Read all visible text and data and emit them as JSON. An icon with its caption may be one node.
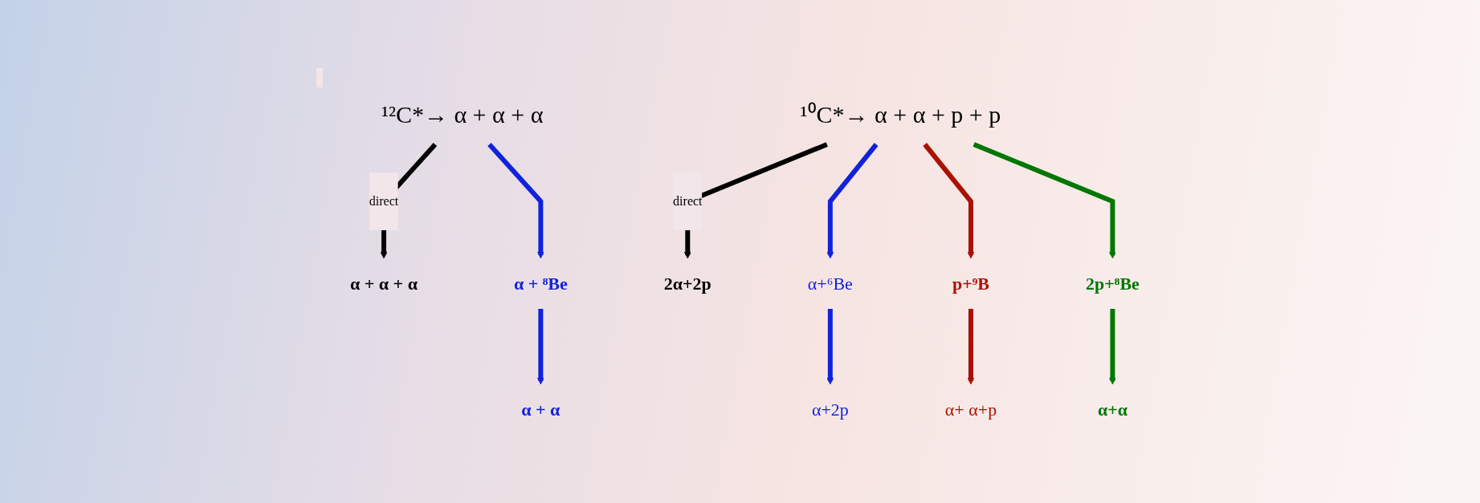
{
  "diagram": {
    "nodes": [
      {
        "text": [
          "¹²C*→ α + α + α"
        ]
      },
      {
        "text": [
          "α + α + α"
        ]
      },
      {
        "text": [
          "α + ⁸Be"
        ]
      },
      {
        "text": [
          "α + α"
        ]
      },
      {
        "text": [
          "¹⁰C*→ α + α + p + p"
        ]
      },
      {
        "text": [
          "2α+2p"
        ]
      },
      {
        "text": [
          "α+⁶Be"
        ]
      },
      {
        "text": [
          "p+⁹B"
        ]
      },
      {
        "text": [
          "2p+⁸Be"
        ]
      },
      {
        "text": [
          "α+2p"
        ]
      },
      {
        "text": [
          "α+ α+p"
        ]
      },
      {
        "text": [
          "α+α"
        ]
      }
    ],
    "edges": [
      {
        "from": 0,
        "to": 1,
        "arrow": "to",
        "label": "direct",
        "color": "#000000"
      },
      {
        "from": 0,
        "to": 2,
        "arrow": "to"
      },
      {
        "from": 2,
        "to": 3,
        "arrow": "to"
      },
      {
        "from": 4,
        "to": 5,
        "arrow": "to",
        "label": "direct",
        "color": "#000000"
      },
      {
        "from": 4,
        "to": 6,
        "arrow": "to"
      },
      {
        "from": 4,
        "to": 7,
        "arrow": "to",
        "color": "#aa1100"
      },
      {
        "from": 4,
        "to": 8,
        "arrow": "to",
        "color": "#007700"
      },
      {
        "from": 6,
        "to": 9,
        "arrow": "to"
      },
      {
        "from": 7,
        "to": 10,
        "arrow": "to",
        "color": "#aa1100"
      },
      {
        "from": 8,
        "to": 11,
        "arrow": "to",
        "color": "#007700"
      }
    ]
  }
}
